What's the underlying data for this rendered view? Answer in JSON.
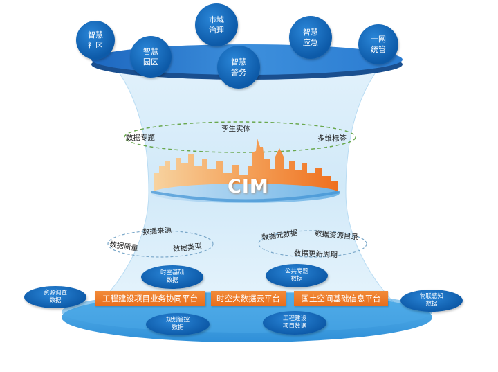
{
  "top_nodes": [
    {
      "label": "智慧\n社区"
    },
    {
      "label": "智慧\n园区"
    },
    {
      "label": "市域\n治理"
    },
    {
      "label": "智慧\n警务"
    },
    {
      "label": "智慧\n应急"
    },
    {
      "label": "一网\n统管"
    }
  ],
  "middle_ring": {
    "labels": [
      "数据专题",
      "孪生实体",
      "多维标签"
    ]
  },
  "core": {
    "label": "CIM"
  },
  "lower_left_ring": {
    "labels": [
      "数据来源",
      "数据质量",
      "数据类型"
    ]
  },
  "lower_right_ring": {
    "labels": [
      "数据元数据",
      "数据资源目录",
      "数据更新周期"
    ]
  },
  "data_pills": [
    {
      "label": "时空基础\n数据"
    },
    {
      "label": "公共专题\n数据"
    },
    {
      "label": "资源调查\n数据"
    },
    {
      "label": "物联感知\n数据"
    },
    {
      "label": "规划管控\n数据"
    },
    {
      "label": "工程建设\n项目数据"
    }
  ],
  "platforms": [
    {
      "label": "工程建设项目业务协同平台"
    },
    {
      "label": "时空大数据云平台"
    },
    {
      "label": "国土空间基础信息平台"
    }
  ],
  "colors": {
    "node_blue": "#0d5aa8",
    "platform_orange": "#ee7a2a",
    "disk_blue": "#4a9fe0",
    "ring_green": "#6aa84f"
  }
}
